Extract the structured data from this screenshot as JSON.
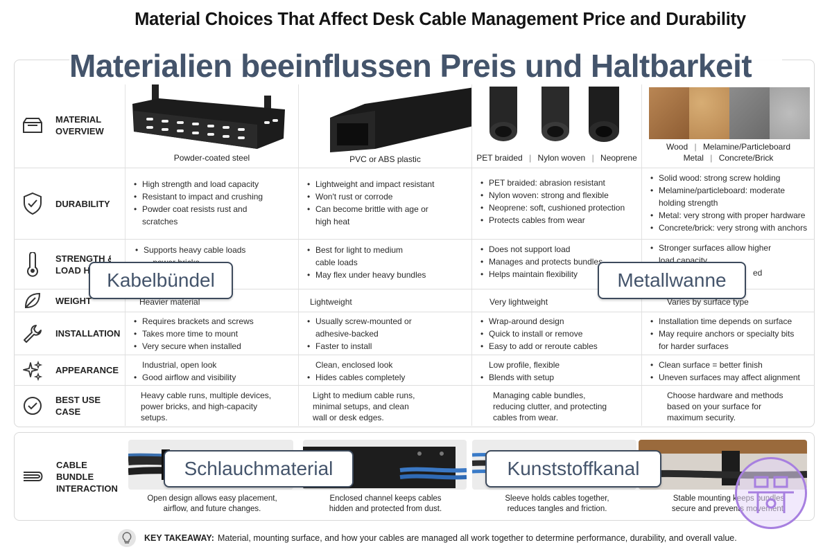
{
  "title": "Material Choices That Affect Desk Cable Management Price and Durability",
  "banner": "Materialien beeinflussen Preis und Haltbarkeit",
  "overview": {
    "label": "MATERIAL OVERVIEW",
    "steel": "Powder-coated steel",
    "plastic": "PVC or ABS plastic",
    "sleeve": [
      "PET braided",
      "Nylon woven",
      "Neoprene"
    ],
    "surface_line1": [
      "Wood",
      "Melamine/Particleboard"
    ],
    "surface_line2": [
      "Metal",
      "Concrete/Brick"
    ]
  },
  "durability": {
    "label": "DURABILITY",
    "steel": [
      "High strength and load capacity",
      "Resistant to impact and crushing",
      "Powder coat resists rust and",
      "scratches"
    ],
    "plastic": [
      "Lightweight and impact resistant",
      "Won't rust or corrode",
      "Can become brittle with age or",
      "high heat"
    ],
    "sleeve": [
      "PET braided: abrasion resistant",
      "Nylon woven: strong and flexible",
      "Neoprene: soft, cushioned protection",
      "Protects cables from wear"
    ],
    "surface": [
      "Solid wood: strong screw holding",
      "Melamine/particleboard: moderate",
      "holding strength",
      "Metal: very strong with proper hardware",
      "Concrete/brick: very strong with anchors"
    ]
  },
  "strength": {
    "label_line1": "STRENGTH &",
    "label_line2": "LOAD HA",
    "steel": [
      "Supports heavy cable loads",
      "... power bricks"
    ],
    "plastic": [
      "Best for light to medium",
      "cable loads",
      "May flex under heavy bundles"
    ],
    "sleeve": [
      "Does not support load",
      "Manages and protects bundles",
      "Helps maintain flexibility"
    ],
    "surface": [
      "Stronger surfaces allow higher",
      "load capacity",
      "ed"
    ]
  },
  "weight": {
    "label": "WEIGHT",
    "steel": "Heavier material",
    "plastic": "Lightweight",
    "sleeve": "Very lightweight",
    "surface": "Varies by surface type"
  },
  "installation": {
    "label": "INSTALLATION",
    "steel": [
      "Requires brackets and screws",
      "Takes more time to mount",
      "Very secure when installed"
    ],
    "plastic": [
      "Usually screw-mounted or",
      "adhesive-backed",
      "Faster to install"
    ],
    "sleeve": [
      "Wrap-around design",
      "Quick to install or remove",
      "Easy to add or reroute cables"
    ],
    "surface": [
      "Installation time depends on surface",
      "May require anchors or specialty bits",
      "for harder surfaces"
    ]
  },
  "appearance": {
    "label": "APPEARANCE",
    "steel": [
      "Industrial, open look",
      "Good airflow and visibility"
    ],
    "plastic": [
      "Clean, enclosed look",
      "Hides cables completely"
    ],
    "sleeve": [
      "Low profile, flexible",
      "Blends with setup"
    ],
    "surface": [
      "Clean surface = better finish",
      "Uneven surfaces may affect alignment"
    ]
  },
  "best_use": {
    "label": "BEST USE CASE",
    "steel": [
      "Heavy cable runs, multiple devices,",
      "power bricks, and high-capacity",
      "setups."
    ],
    "plastic": [
      "Light to medium cable runs,",
      "minimal setups, and clean",
      "wall or desk edges."
    ],
    "sleeve": [
      "Managing cable bundles,",
      "reducing clutter, and protecting",
      "cables from wear."
    ],
    "surface": [
      "Choose hardware and methods",
      "based on your surface for",
      "maximum security."
    ]
  },
  "bundle": {
    "label_line1": "CABLE BUNDLE",
    "label_line2": "INTERACTION",
    "steel": [
      "Open design allows easy placement,",
      "airflow, and future changes."
    ],
    "plastic": [
      "Enclosed channel keeps cables",
      "hidden and protected from dust."
    ],
    "sleeve": [
      "Sleeve holds cables together,",
      "reduces tangles and friction."
    ],
    "surface": [
      "Stable mounting keeps bundles",
      "secure and prevents movement."
    ]
  },
  "callouts": {
    "kabel": "Kabelbündel",
    "metall": "Metallwanne",
    "schlauch": "Schlauchmaterial",
    "kunststoff": "Kunststoffkanal"
  },
  "takeaway": {
    "label": "KEY TAKEAWAY:",
    "text": "Material, mounting surface, and how your cables are managed all work together to determine performance, durability, and overall value."
  },
  "colors": {
    "banner_text": "#44546b",
    "callout_border": "#3d4a5c",
    "logo": "#a77fe0"
  }
}
